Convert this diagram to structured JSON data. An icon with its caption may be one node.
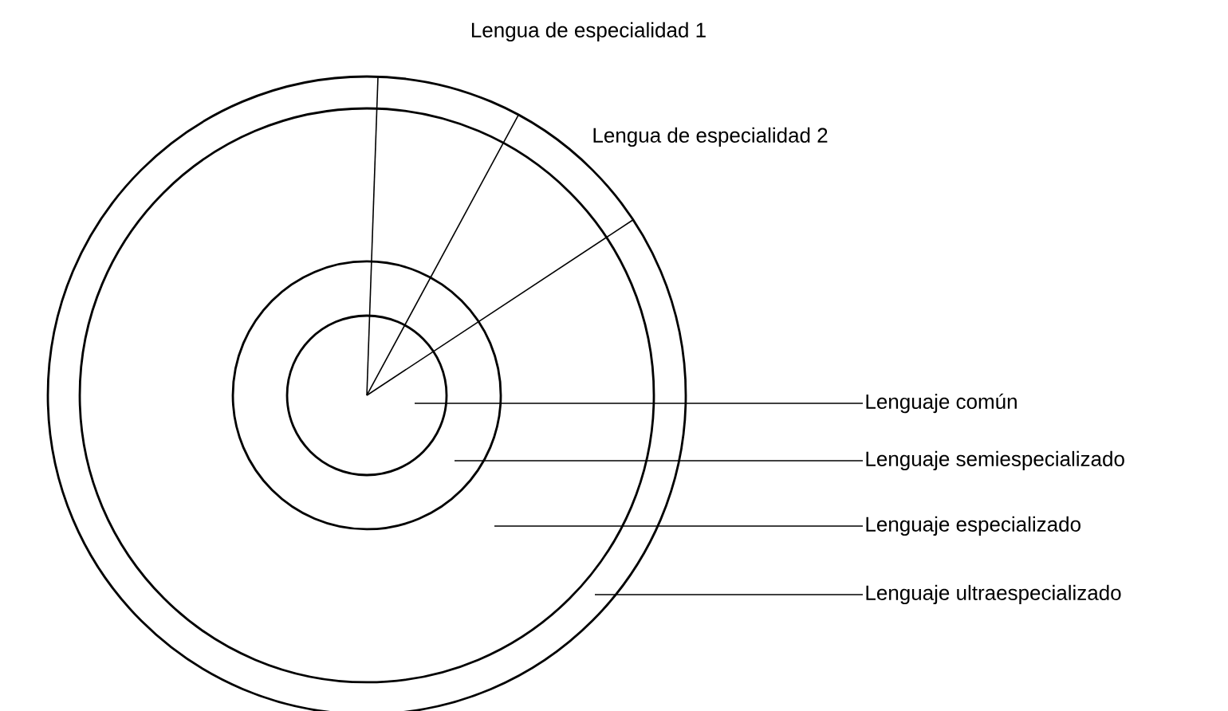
{
  "diagram": {
    "nodes": [
      {
        "text": [],
        "shape": "circle"
      },
      {
        "text": [],
        "shape": "circle",
        "in": 0
      },
      {
        "text": [],
        "shape": "circle",
        "in": 1
      },
      {
        "text": [],
        "shape": "circle",
        "in": 2
      },
      {
        "text": [
          "Lenguaje común"
        ]
      },
      {
        "text": [
          "Lenguaje semiespecializado"
        ]
      },
      {
        "text": [
          "Lenguaje especializado"
        ]
      },
      {
        "text": [
          "Lenguaje ultraespecializado"
        ]
      }
    ],
    "edges": [
      {
        "from": 4,
        "to": 3,
        "arrow": "none"
      },
      {
        "from": 5,
        "to": 2,
        "arrow": "none"
      },
      {
        "from": 6,
        "to": 1,
        "arrow": "none"
      },
      {
        "from": 7,
        "to": 0,
        "arrow": "none"
      }
    ],
    "labels": [
      "Lengua de especialidad 1",
      "Lengua de especialidad 2"
    ]
  }
}
